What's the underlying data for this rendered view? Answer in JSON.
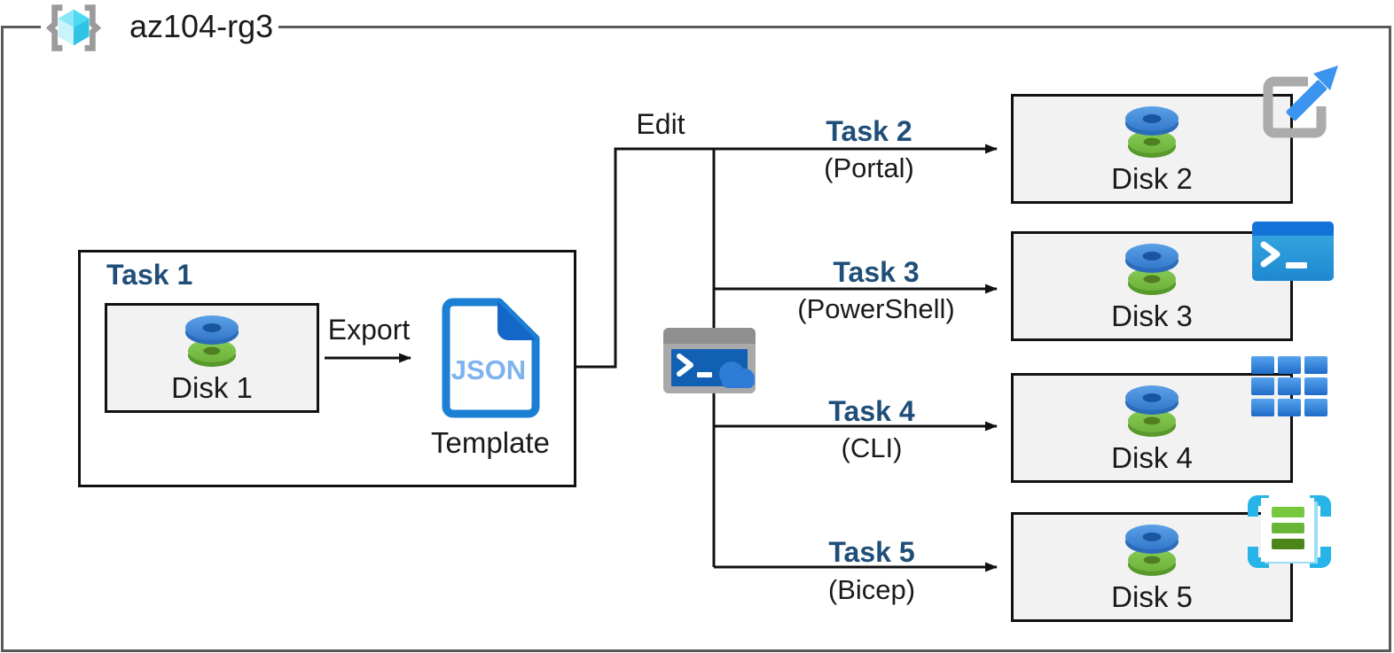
{
  "header": {
    "resource_group": "az104-rg3"
  },
  "task1": {
    "title": "Task 1",
    "disk_label": "Disk 1",
    "export_label": "Export",
    "json_label": "JSON",
    "template_label": "Template"
  },
  "edit_label": "Edit",
  "tasks": [
    {
      "title": "Task 2",
      "method": "(Portal)",
      "disk_label": "Disk 2",
      "icon": "azure-portal-icon"
    },
    {
      "title": "Task 3",
      "method": "(PowerShell)",
      "disk_label": "Disk 3",
      "icon": "powershell-icon"
    },
    {
      "title": "Task 4",
      "method": "(CLI)",
      "disk_label": "Disk 4",
      "icon": "azure-cli-icon"
    },
    {
      "title": "Task 5",
      "method": "(Bicep)",
      "disk_label": "Disk 5",
      "icon": "template-specs-icon"
    }
  ],
  "icons": {
    "resource_group": "resource-group-icon",
    "disk": "managed-disk-icon",
    "json_template": "json-template-icon",
    "cloud_shell": "cloud-shell-icon"
  },
  "colors": {
    "task_title": "#1F4E79",
    "outer_border": "#595959",
    "box_border": "#111111",
    "box_fill": "#F2F2F2",
    "azure_blue": "#1B7FD4",
    "cyan_accent": "#27B4E8"
  }
}
